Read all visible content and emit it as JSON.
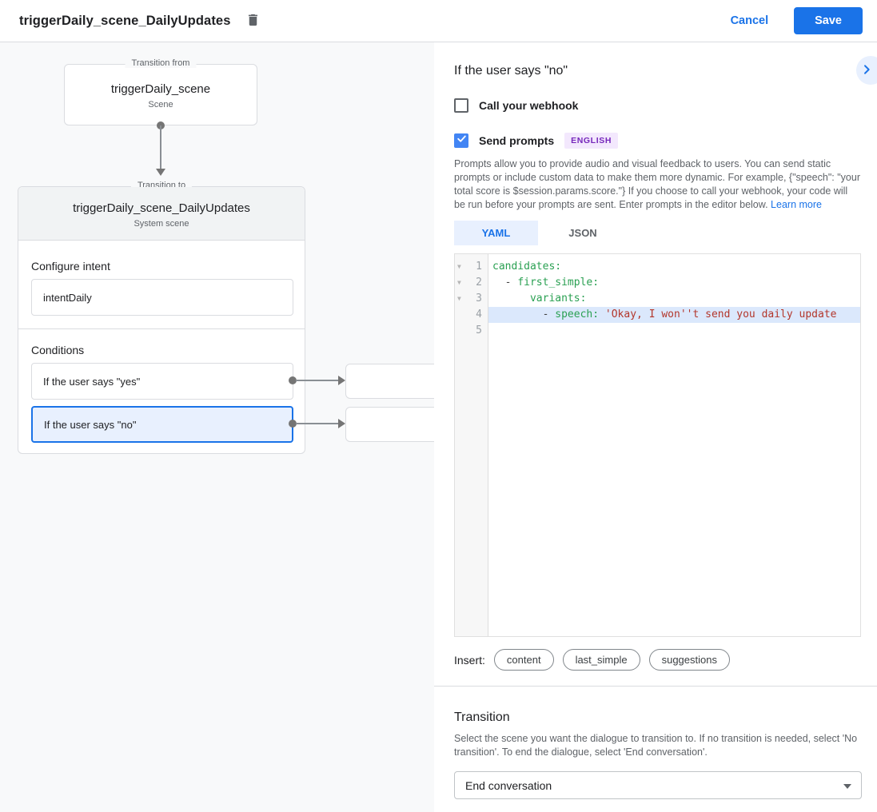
{
  "colors": {
    "accent": "#1a73e8",
    "checkbox_blue": "#4285f4",
    "badge_purple": "#7627bb",
    "key_green": "#2aa052",
    "string_red": "#b3362b",
    "selected_bg": "#e8f0fe"
  },
  "header": {
    "title": "triggerDaily_scene_DailyUpdates",
    "cancel_label": "Cancel",
    "save_label": "Save"
  },
  "diagram": {
    "from_box": {
      "legend": "Transition from",
      "title": "triggerDaily_scene",
      "subtitle": "Scene"
    },
    "to_box": {
      "legend": "Transition to",
      "title": "triggerDaily_scene_DailyUpdates",
      "subtitle": "System scene",
      "intent_label": "Configure intent",
      "intent_value": "intentDaily",
      "conditions_label": "Conditions",
      "conditions": [
        {
          "label": "If the user says \"yes\"",
          "selected": false
        },
        {
          "label": "If the user says \"no\"",
          "selected": true
        }
      ]
    }
  },
  "panel": {
    "title": "If the user says \"no\"",
    "webhook_checkbox": {
      "label": "Call your webhook",
      "checked": false
    },
    "prompts_checkbox": {
      "label": "Send prompts",
      "checked": true,
      "badge": "ENGLISH"
    },
    "description": "Prompts allow you to provide audio and visual feedback to users. You can send static prompts or include custom data to make them more dynamic. For example, {\"speech\": \"your total score is $session.params.score.\"} If you choose to call your webhook, your code will be run before your prompts are sent. Enter prompts in the editor below. ",
    "learn_more": "Learn more",
    "tabs": [
      {
        "label": "YAML",
        "active": true
      },
      {
        "label": "JSON",
        "active": false
      }
    ],
    "editor": {
      "lines": [
        {
          "num": "1",
          "fold": true,
          "highlight": false,
          "segments": [
            {
              "t": "candidates:",
              "c": "key"
            }
          ]
        },
        {
          "num": "2",
          "fold": true,
          "highlight": false,
          "segments": [
            {
              "t": "  - ",
              "c": "plain"
            },
            {
              "t": "first_simple:",
              "c": "key"
            }
          ]
        },
        {
          "num": "3",
          "fold": true,
          "highlight": false,
          "segments": [
            {
              "t": "      ",
              "c": "plain"
            },
            {
              "t": "variants:",
              "c": "key"
            }
          ]
        },
        {
          "num": "4",
          "fold": false,
          "highlight": true,
          "segments": [
            {
              "t": "        - ",
              "c": "plain"
            },
            {
              "t": "speech:",
              "c": "key"
            },
            {
              "t": " ",
              "c": "plain"
            },
            {
              "t": "'Okay, I won''t send you daily update",
              "c": "string"
            }
          ]
        },
        {
          "num": "5",
          "fold": false,
          "highlight": false,
          "segments": []
        }
      ]
    },
    "insert": {
      "label": "Insert:",
      "chips": [
        "content",
        "last_simple",
        "suggestions"
      ]
    },
    "transition": {
      "title": "Transition",
      "description": "Select the scene you want the dialogue to transition to. If no transition is needed, select 'No transition'. To end the dialogue, select 'End conversation'.",
      "selected_value": "End conversation"
    }
  }
}
